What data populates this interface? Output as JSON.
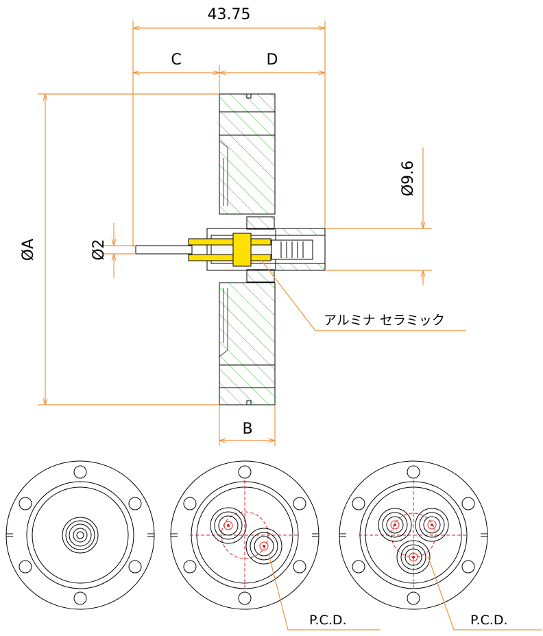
{
  "dimensions": {
    "overall_length": "43.75",
    "c_label": "C",
    "d_label": "D",
    "b_label": "B",
    "phi_a": "ØA",
    "phi_2": "Ø2",
    "phi_9_6": "Ø9.6"
  },
  "callouts": {
    "material": "アルミナ セラミック",
    "pcd_left": "P.C.D.",
    "pcd_right": "P.C.D."
  },
  "colors": {
    "dimension_line": "#f0923a",
    "hatch": "#3cb043",
    "conductor": "#ffe000",
    "centerline": "#e02020"
  },
  "views": [
    {
      "name": "single-pin-flange",
      "pins": 1
    },
    {
      "name": "two-pin-flange",
      "pins": 2
    },
    {
      "name": "three-pin-flange",
      "pins": 3
    }
  ]
}
